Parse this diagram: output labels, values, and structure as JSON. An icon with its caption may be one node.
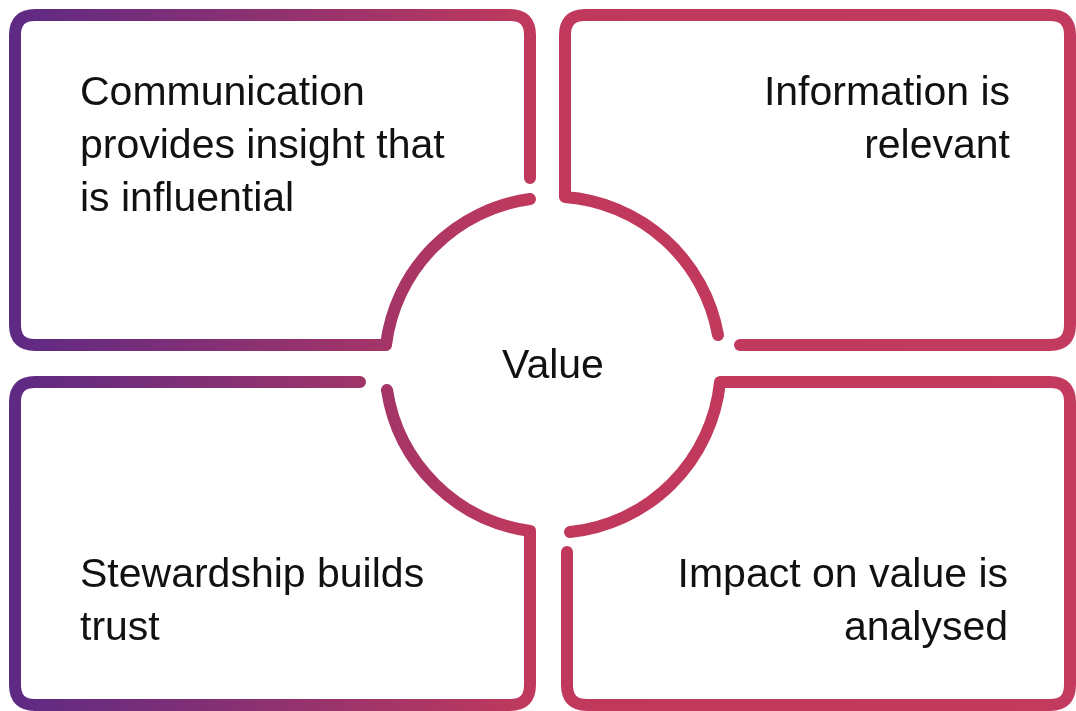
{
  "diagram": {
    "nodes": [
      {
        "text": [
          "Communication provides insight that is influential"
        ]
      },
      {
        "text": [
          "Information is relevant"
        ]
      },
      {
        "text": [
          "Stewardship builds trust"
        ]
      },
      {
        "text": [
          "Impact on value is analysed"
        ]
      },
      {
        "text": [
          "Value"
        ]
      }
    ],
    "edges": []
  }
}
